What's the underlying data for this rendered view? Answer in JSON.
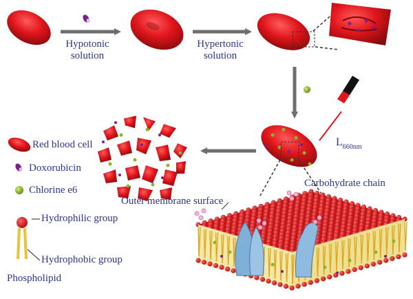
{
  "steps": {
    "hypotonic": [
      "Hypotonic",
      "solution"
    ],
    "hypertonic": [
      "Hypertonic",
      "solution"
    ]
  },
  "laser": {
    "base": "L",
    "sub": "660nm"
  },
  "labels": {
    "carbohydrate": "Carbohydrate chain",
    "outer_membrane": "Outer membrane surface"
  },
  "legend": {
    "red_blood_cell": "Red blood cell",
    "doxorubicin": "Doxorubicin",
    "chlorine_e6": "Chlorine e6",
    "hydrophilic": "Hydrophilic group",
    "hydrophobic": "Hydrophobic group",
    "phospholipid": "Phospholipid"
  },
  "colors": {
    "cell_red": "#e0161c",
    "arrow_gray": "#6e6e6e",
    "text_blue": "#2d3494",
    "ce6_green": "#8ab62a",
    "dox_purple": "#7a1f8c",
    "lipid_tail": "#e8c23a"
  }
}
